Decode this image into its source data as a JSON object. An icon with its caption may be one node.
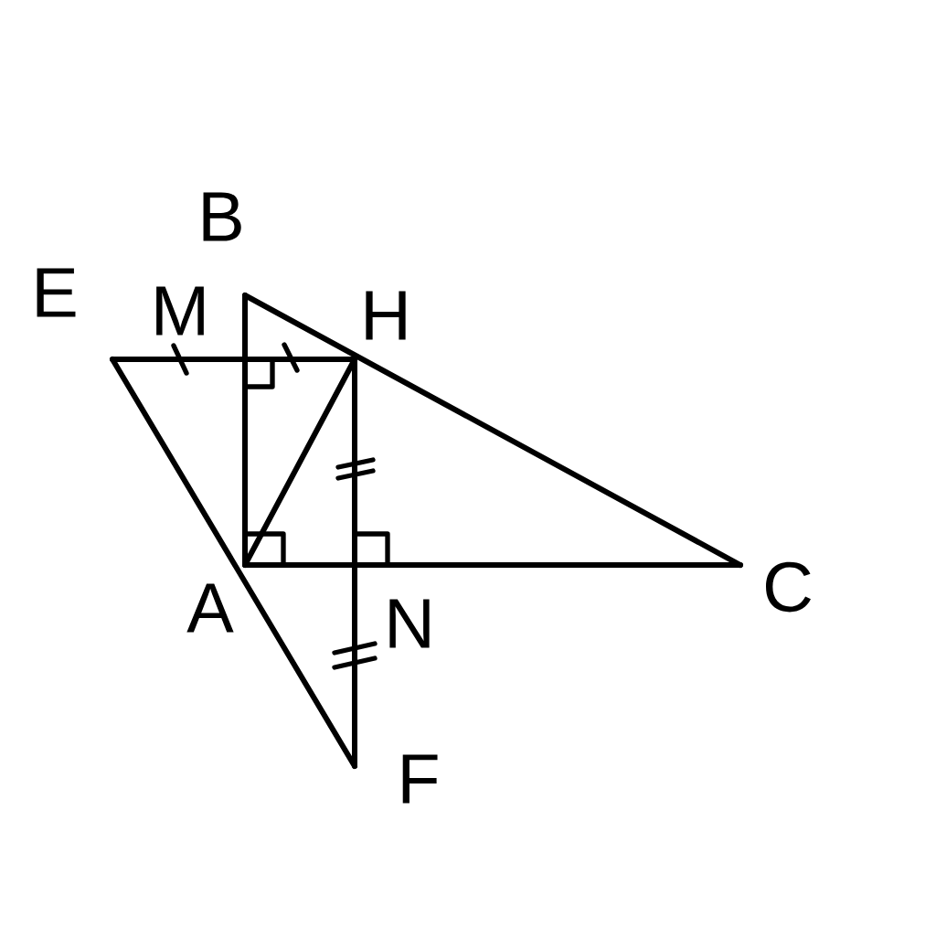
{
  "diagram": {
    "labels": [
      "B",
      "E",
      "M",
      "H",
      "A",
      "N",
      "C",
      "F"
    ]
  }
}
